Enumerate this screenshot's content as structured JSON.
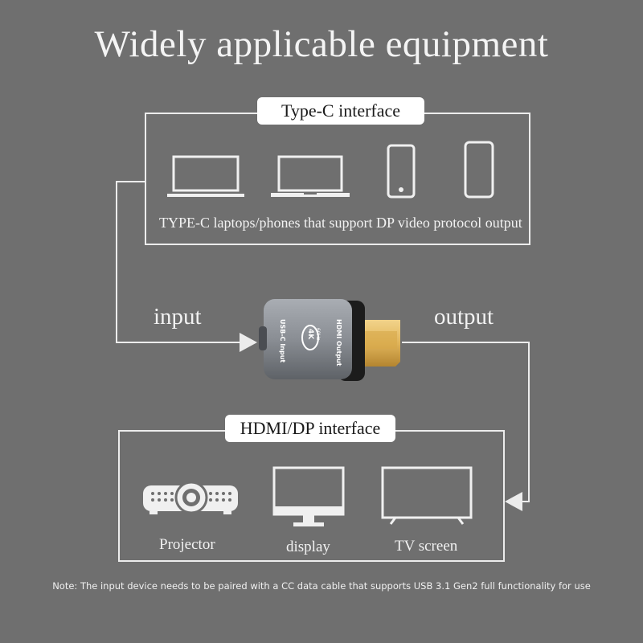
{
  "title": "Widely applicable equipment",
  "top_panel": {
    "label": "Type-C interface",
    "caption": "TYPE-C laptops/phones that support DP video protocol output",
    "devices": [
      "laptop-icon",
      "laptop-icon",
      "phone-icon",
      "tablet-icon"
    ]
  },
  "adapter": {
    "input_text": "USB-C Input",
    "output_text": "HDMI Output",
    "badge_main": "4K",
    "badge_sub": "60Hz"
  },
  "flow": {
    "input_label": "input",
    "output_label": "output"
  },
  "bottom_panel": {
    "label": "HDMI/DP interface",
    "devices": [
      {
        "icon": "projector-icon",
        "label": "Projector"
      },
      {
        "icon": "monitor-icon",
        "label": "display"
      },
      {
        "icon": "tv-icon",
        "label": "TV screen"
      }
    ]
  },
  "note": "Note: The input device needs to be paired with a CC data cable that supports USB 3.1 Gen2 full functionality for use",
  "colors": {
    "background": "#6f6f6f",
    "line": "#ececec",
    "adapter_body": "#8a8e94",
    "connector_gold": "#e0b45a"
  }
}
